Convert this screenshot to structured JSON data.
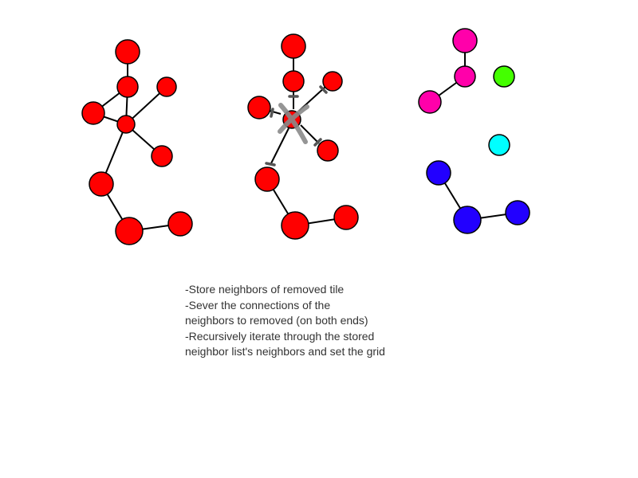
{
  "graphs": [
    {
      "name": "original-graph",
      "node_color": "#ff0000"
    },
    {
      "name": "removal-graph",
      "node_color": "#ff0000",
      "removed_marker": "x-mark"
    },
    {
      "name": "result-components",
      "components": [
        {
          "color": "#ff00aa"
        },
        {
          "color": "#44ff00"
        },
        {
          "color": "#00ffff"
        },
        {
          "color": "#2200ff"
        }
      ]
    }
  ],
  "notes": {
    "lines": [
      "-Store neighbors of removed tile",
      "-Sever the connections of the",
      "neighbors to removed (on both ends)",
      "-Recursively iterate through the stored",
      "neighbor list's neighbors and set the grid"
    ]
  }
}
